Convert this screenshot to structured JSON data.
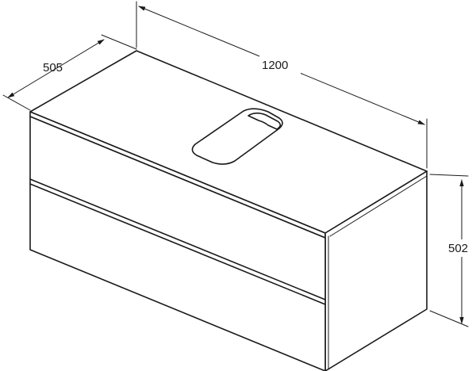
{
  "dimensions": {
    "width": "1200",
    "depth": "505",
    "height": "502"
  }
}
